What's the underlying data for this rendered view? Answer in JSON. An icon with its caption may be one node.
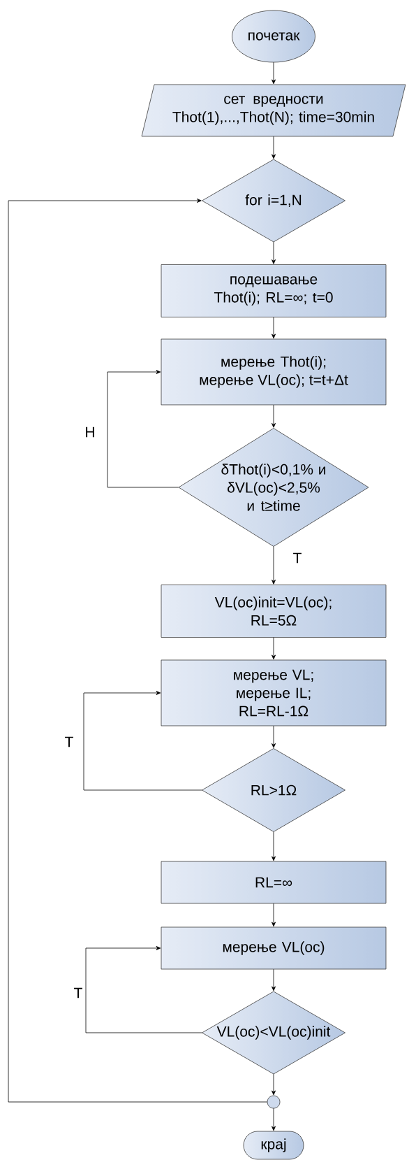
{
  "diagram": {
    "nodes": [
      {
        "text": [
          "почетак"
        ]
      },
      {
        "text": [
          "сет вредности Thot(1),...,Thot(N); time=30min"
        ]
      },
      {
        "text": [
          "for i=1,N"
        ]
      },
      {
        "text": [
          "подешавање Thot(i); RL=∞; t=0"
        ]
      },
      {
        "text": [
          "мерење Thot(i); мерење VL(oc); t=t+Δt"
        ]
      },
      {
        "text": [
          "δThot(i)<0,1% и δVL(oc)<2,5% и t≥time"
        ]
      },
      {
        "text": [
          "VL(oc)init=VL(oc); RL=5Ω"
        ]
      },
      {
        "text": [
          "мерење VL; мерење IL; RL=RL-1Ω"
        ]
      },
      {
        "text": [
          "RL>1Ω"
        ]
      },
      {
        "text": [
          "RL=∞"
        ]
      },
      {
        "text": [
          "мерење VL(oc)"
        ]
      },
      {
        "text": [
          "VL(oc)<VL(oc)init"
        ]
      },
      {
        "text": [],
        "shape": "circle"
      },
      {
        "text": [
          "крај"
        ]
      }
    ],
    "edges": [
      {
        "from": 0,
        "to": 1,
        "arrow": "to"
      },
      {
        "from": 1,
        "to": 2,
        "arrow": "to"
      },
      {
        "from": 2,
        "to": 3,
        "arrow": "to"
      },
      {
        "from": 3,
        "to": 4,
        "arrow": "to"
      },
      {
        "from": 4,
        "to": 5,
        "arrow": "to"
      },
      {
        "from": 5,
        "to": 4,
        "arrow": "to",
        "label": "Н"
      },
      {
        "from": 5,
        "to": 6,
        "arrow": "to",
        "label": "Т"
      },
      {
        "from": 6,
        "to": 7,
        "arrow": "to"
      },
      {
        "from": 7,
        "to": 8,
        "arrow": "to"
      },
      {
        "from": 8,
        "to": 7,
        "arrow": "to",
        "label": "Т"
      },
      {
        "from": 8,
        "to": 9,
        "arrow": "to"
      },
      {
        "from": 9,
        "to": 10,
        "arrow": "to"
      },
      {
        "from": 10,
        "to": 11,
        "arrow": "to"
      },
      {
        "from": 11,
        "to": 10,
        "arrow": "to",
        "label": "Т"
      },
      {
        "from": 11,
        "to": 12,
        "arrow": "to"
      },
      {
        "from": 12,
        "to": 2,
        "arrow": "to"
      },
      {
        "from": 12,
        "to": 13,
        "arrow": "to"
      }
    ]
  }
}
